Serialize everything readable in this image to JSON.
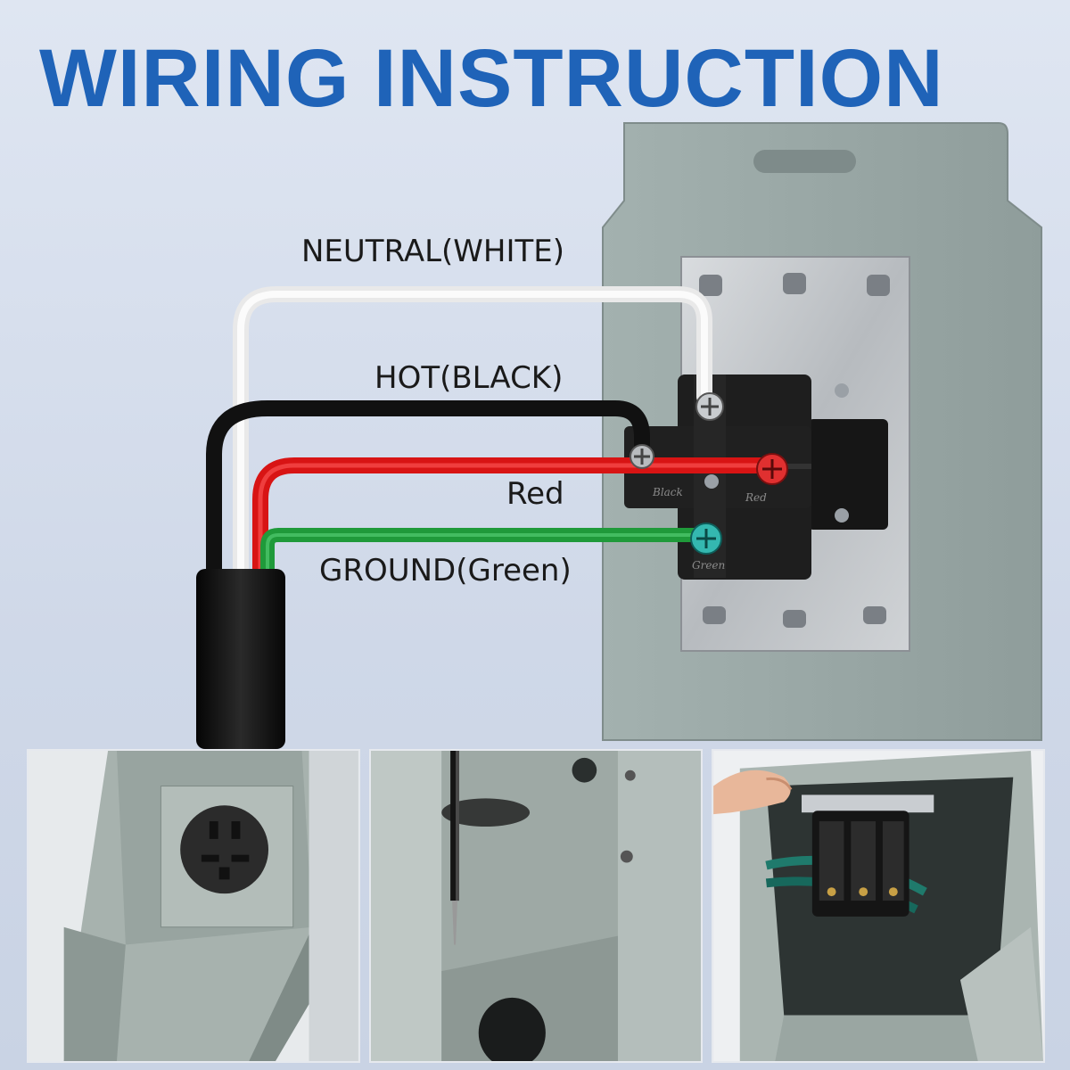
{
  "title": "WIRING INSTRUCTION",
  "wires": {
    "neutral": {
      "label": "NEUTRAL(WHITE)",
      "color": "#f4f4f4"
    },
    "hot": {
      "label": "HOT(BLACK)",
      "color": "#1b1b1b"
    },
    "red": {
      "label": "Red",
      "color": "#e01515"
    },
    "ground": {
      "label": "GROUND(Green)",
      "color": "#1f9a3a"
    }
  },
  "terminal_marks": {
    "black": "Black",
    "red": "Red",
    "green": "Green"
  },
  "colors": {
    "title": "#1f63b8",
    "panel": "#9aa8a6",
    "bracket": "#c9cdd1"
  },
  "photos": [
    {
      "name": "installed-outlet-photo"
    },
    {
      "name": "screwdriver-photo"
    },
    {
      "name": "hand-installing-receptacle-photo"
    }
  ]
}
